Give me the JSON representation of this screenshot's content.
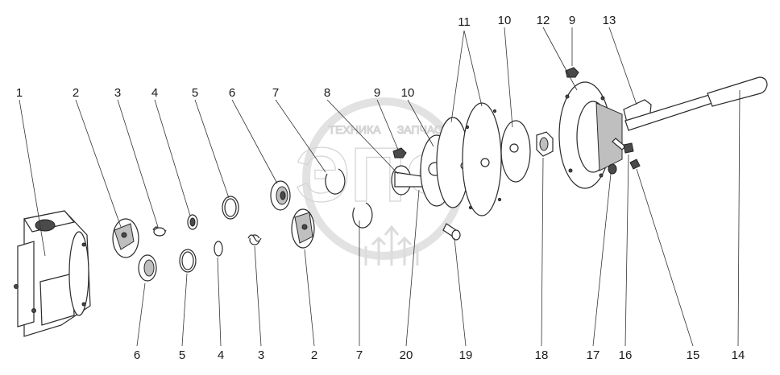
{
  "watermark": {
    "brand": "ЭПФ",
    "slogan_left": "ТЕХНИКА",
    "slogan_right": "ЗАПЧАСТИ"
  },
  "callouts_top": [
    "1",
    "2",
    "3",
    "4",
    "5",
    "6",
    "7",
    "8",
    "9",
    "10",
    "11",
    "10",
    "12",
    "9",
    "13"
  ],
  "callouts_bottom": [
    "6",
    "5",
    "4",
    "3",
    "2",
    "7",
    "20",
    "19",
    "18",
    "17",
    "16",
    "15",
    "14"
  ]
}
